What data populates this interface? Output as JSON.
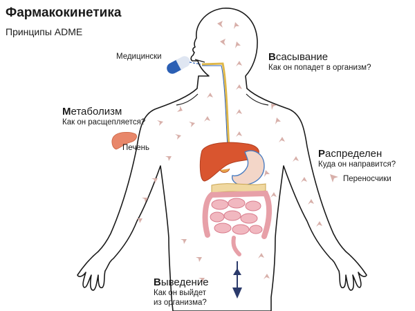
{
  "header": {
    "title": "Фармакокинетика",
    "subtitle": "Принципы ADME"
  },
  "labels": {
    "medicine": "Медицински",
    "liver": "Печень",
    "carriers": "Переносчики"
  },
  "sections": {
    "absorption": {
      "initial": "В",
      "rest": "сасывание",
      "question": "Как он попадет в организм?"
    },
    "metabolism": {
      "initial": "М",
      "rest": "етаболизм",
      "question": "Как он расщепляется?"
    },
    "distribution": {
      "initial": "Р",
      "rest": "аспределен",
      "question": "Куда он направится?"
    },
    "excretion": {
      "initial": "В",
      "rest": "ыведение",
      "question_line1": "Как он выйдет",
      "question_line2": "из организма?"
    }
  },
  "colors": {
    "outline": "#1a1a1a",
    "liver": "#d9552f",
    "stomach": "#4a7cc0",
    "intestine": "#e58a9c",
    "arrows": "#d8b0aa",
    "pill_blue": "#2b5fb4",
    "esophagus": "#e0b84a"
  }
}
